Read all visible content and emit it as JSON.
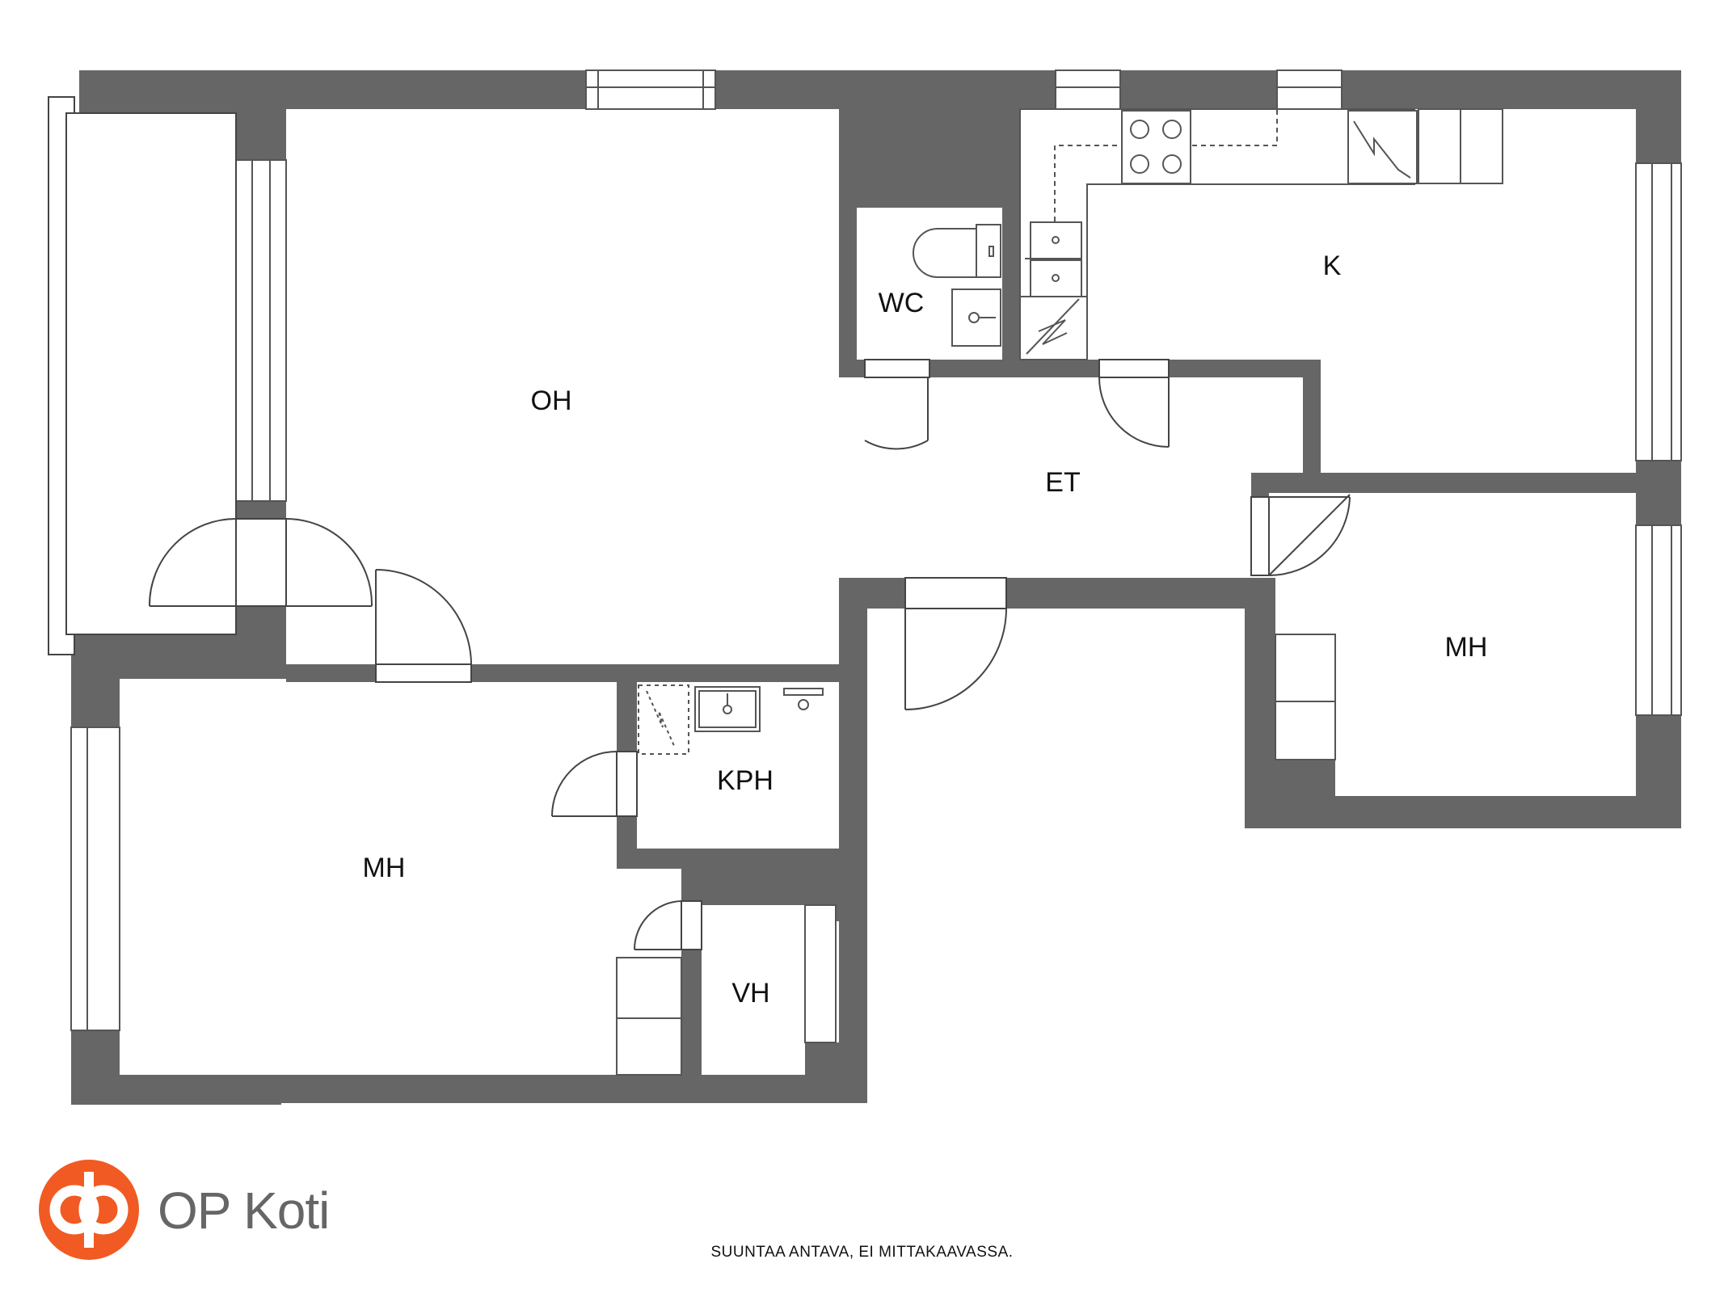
{
  "rooms": {
    "oh": "OH",
    "wc": "WC",
    "k": "K",
    "et": "ET",
    "mh_right": "MH",
    "mh_left": "MH",
    "kph": "KPH",
    "vh": "VH"
  },
  "brand": {
    "name": "OP Koti",
    "logo_color": "#f15a22"
  },
  "disclaimer": "SUUNTAA ANTAVA, EI MITTAKAAVASSA.",
  "colors": {
    "wall": "#666666",
    "line": "#555555"
  }
}
